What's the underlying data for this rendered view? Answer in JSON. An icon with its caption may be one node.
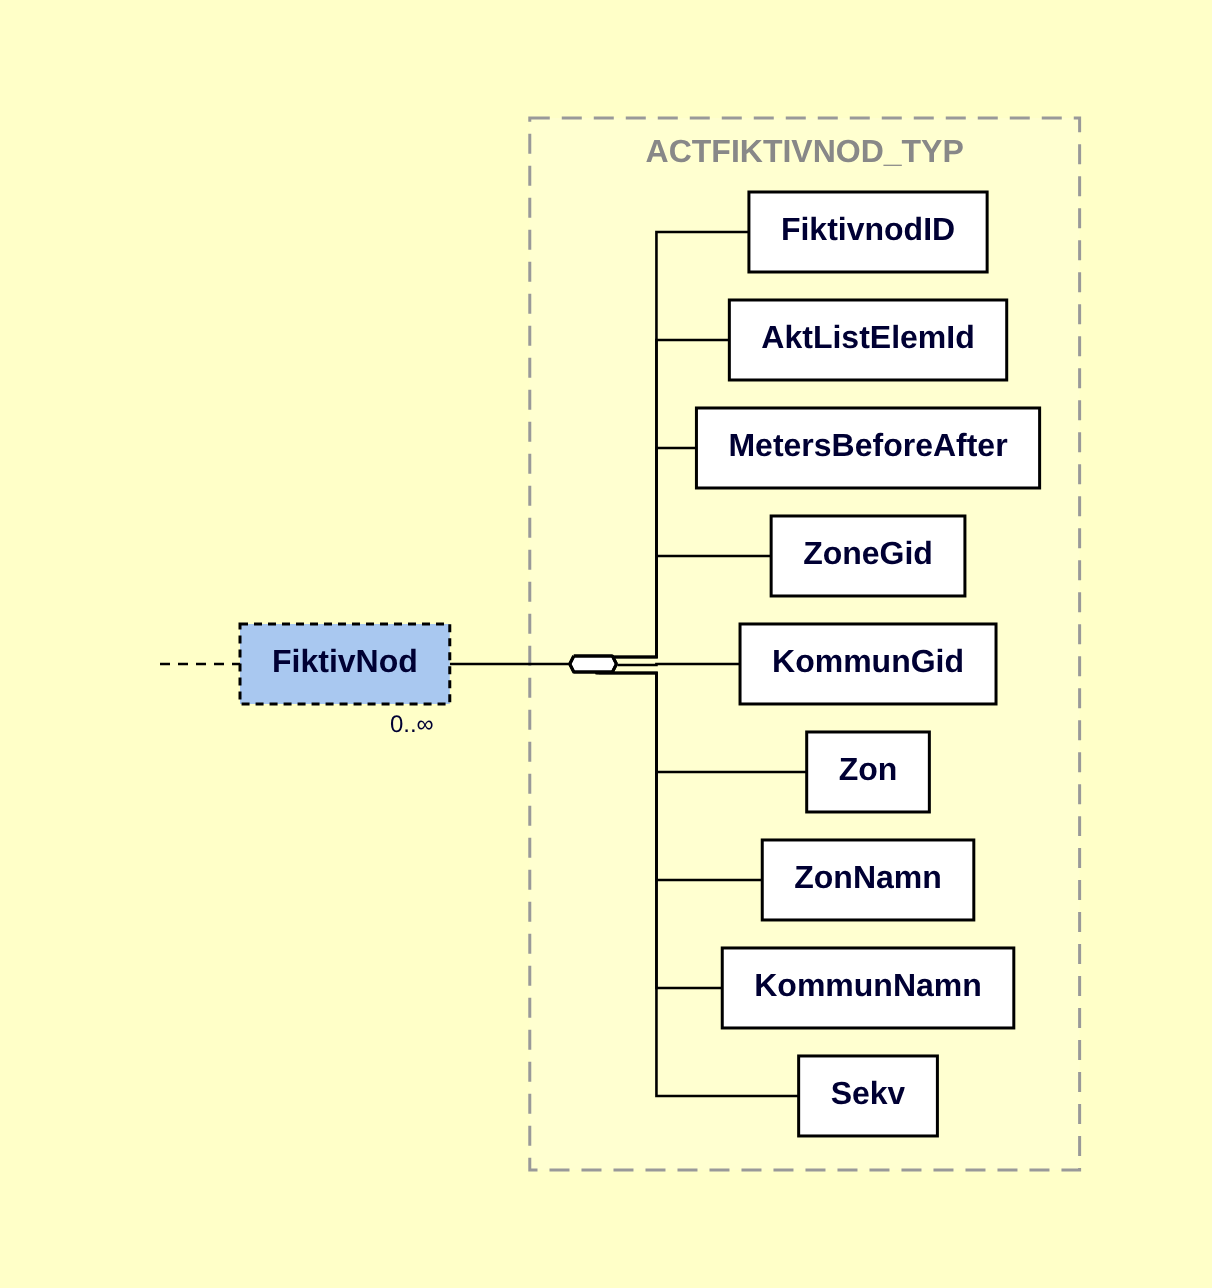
{
  "diagram": {
    "nodes": [
      {
        "text": [
          "FiktivNod"
        ],
        "beside": [
          "0..∞"
        ]
      },
      {
        "text": [
          "ACTFIKTIVNOD_TYP"
        ]
      },
      {
        "text": [],
        "shape": "octagon",
        "in": 1
      },
      {
        "text": [
          "FiktivnodID"
        ],
        "in": 1
      },
      {
        "text": [
          "AktListElemId"
        ],
        "in": 1
      },
      {
        "text": [
          "MetersBeforeAfter"
        ],
        "in": 1
      },
      {
        "text": [
          "ZoneGid"
        ],
        "in": 1
      },
      {
        "text": [
          "KommunGid"
        ],
        "in": 1
      },
      {
        "text": [
          "Zon"
        ],
        "in": 1
      },
      {
        "text": [
          "ZonNamn"
        ],
        "in": 1
      },
      {
        "text": [
          "KommunNamn"
        ],
        "in": 1
      },
      {
        "text": [
          "Sekv"
        ],
        "in": 1
      }
    ],
    "edges": [
      {
        "from": null,
        "to": 0,
        "arrow": "none",
        "style": "dashed"
      },
      {
        "from": 0,
        "to": 2,
        "arrow": "none"
      },
      {
        "from": 2,
        "to": 3,
        "arrow": "none"
      },
      {
        "from": 2,
        "to": 4,
        "arrow": "none"
      },
      {
        "from": 2,
        "to": 5,
        "arrow": "none"
      },
      {
        "from": 2,
        "to": 6,
        "arrow": "none"
      },
      {
        "from": 2,
        "to": 7,
        "arrow": "none"
      },
      {
        "from": 2,
        "to": 8,
        "arrow": "none"
      },
      {
        "from": 2,
        "to": 9,
        "arrow": "none"
      },
      {
        "from": 2,
        "to": 10,
        "arrow": "none"
      },
      {
        "from": 2,
        "to": 11,
        "arrow": "none"
      }
    ]
  }
}
